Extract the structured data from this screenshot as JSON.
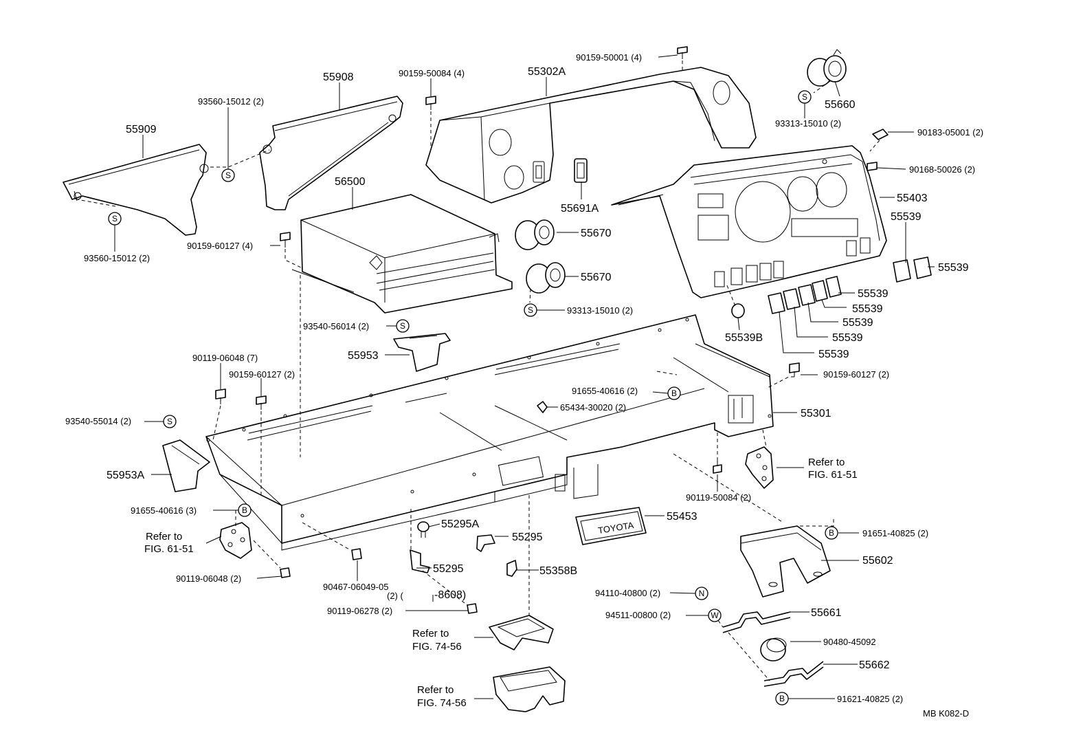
{
  "diagram": {
    "code": "MB  K082-D",
    "refer_to": "Refer to",
    "figures": {
      "fig_61_51": "FIG. 61-51",
      "fig_74_56": "FIG. 74-56"
    },
    "symbols": {
      "s": "S",
      "b": "B",
      "n": "N",
      "w": "W"
    },
    "parts": {
      "p55908": "55908",
      "p55909": "55909",
      "p93560_top": "93560-15012 (2)",
      "p93560_bot": "93560-15012 (2)",
      "p90159_50084": "90159-50084 (4)",
      "p55302A": "55302A",
      "p90159_50001": "90159-50001 (4)",
      "p55660": "55660",
      "p93313_top": "93313-15010 (2)",
      "p90183": "90183-05001 (2)",
      "p90168": "90168-50026 (2)",
      "p55403": "55403",
      "p55539_a": "55539",
      "p55539_b": "55539",
      "p55539_c": "55539",
      "p55539_d": "55539",
      "p55539_e": "55539",
      "p55539_f": "55539",
      "p55539_g": "55539",
      "p55539B": "55539B",
      "p56500": "56500",
      "p55691A": "55691A",
      "p55670_a": "55670",
      "p55670_b": "55670",
      "p93313_mid": "93313-15010 (2)",
      "p90159_60127_4": "90159-60127 (4)",
      "p93540_56014": "93540-56014 (2)",
      "p55953": "55953",
      "p90119_06048_7": "90119-06048 (7)",
      "p90159_60127_2a": "90159-60127 (2)",
      "p90159_60127_2b": "90159-60127 (2)",
      "p91655_mid": "91655-40616 (2)",
      "p65434": "65434-30020 (2)",
      "p55301": "55301",
      "p93540_55014": "93540-55014 (2)",
      "p55953A": "55953A",
      "p91655_left": "91655-40616 (3)",
      "p90119_06048_2": "90119-06048 (2)",
      "p55295A": "55295A",
      "p55295_a": "55295",
      "p55295_b": "55295",
      "p55358B": "55358B",
      "p90467_a": "90467-06049-05",
      "p90467_b": "(2) (",
      "p8608": "-8608)",
      "p90119_06278": "90119-06278 (2)",
      "p55453": "55453",
      "p90119_50084": "90119-50084 (2)",
      "p91651": "91651-40825 (2)",
      "p55602": "55602",
      "p94110": "94110-40800 (2)",
      "p94511": "94511-00800 (2)",
      "p55661": "55661",
      "p90480": "90480-45092",
      "p55662": "55662",
      "p91621": "91621-40825 (2)",
      "toyota_badge": "TOYOTA"
    }
  }
}
